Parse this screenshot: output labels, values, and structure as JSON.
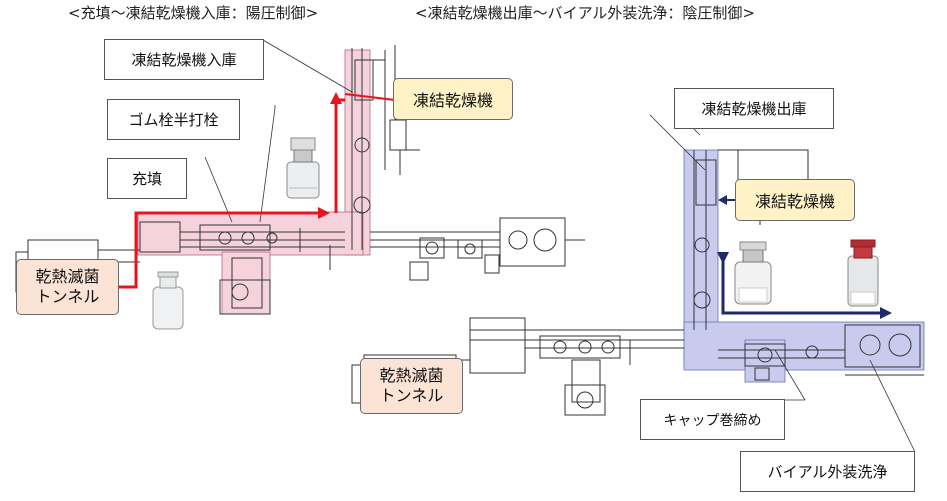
{
  "headers": {
    "left": "<充填～凍結乾燥機入庫：陽圧制御>",
    "right": "<凍結乾燥機出庫～バイアル外装洗浄：陰圧制御>"
  },
  "labels": {
    "lyo_load": "凍結乾燥機入庫",
    "stopper": "ゴム栓半打栓",
    "filling": "充填",
    "lyo_unload": "凍結乾燥機出庫",
    "capping": "キャップ巻締め",
    "vial_wash": "バイアル外装洗浄"
  },
  "stations": {
    "lyo_left": "凍結乾燥機",
    "lyo_right": "凍結乾燥機",
    "tunnel_left": [
      "乾熱滅菌",
      "トンネル"
    ],
    "tunnel_right": [
      "乾熱滅菌",
      "トンネル"
    ]
  },
  "colors": {
    "positive_zone": "#f6d3dc",
    "negative_zone": "#c9cbee",
    "positive_arrow": "#e8141e",
    "negative_arrow": "#1f2a6b"
  }
}
